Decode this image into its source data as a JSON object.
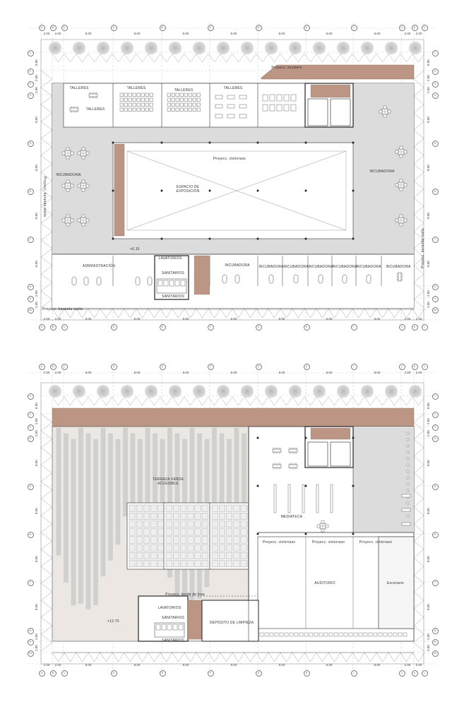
{
  "plans": [
    {
      "id": "upper",
      "rooms": {
        "talleres_1": "TALLERES",
        "talleres_2": "TALLERES",
        "talleres_3": "TALLERES",
        "talleres_4": "TALLERES",
        "talleres_5": "TALLERES",
        "incubadora_left": "INCUBADORA",
        "incubadora_right": "INCUBADORA",
        "expo_line1": "ESPACIO DE",
        "expo_line2": "EXPOSICIÓN",
        "proyec_cielorraso": "Proyecc. cielorraso",
        "administracion": "ADMINISTRACIÓN",
        "lavatorios": "LAVATORIOS",
        "sanitarios_a": "SANITARIOS",
        "sanitarios_b": "SANITARIOS",
        "incubadora_b1": "INCUBADORA",
        "incubadora_b2": "INCUBADORA",
        "incubadora_b3": "INCUBADORA",
        "incubadora_b4": "INCUBADORA",
        "incubadora_b5": "INCUBADORA",
        "incubadora_b6": "INCUBADORA",
        "incubadora_b7": "INCUBADORA",
        "proyec_baranda_top": "Proyecc. escalera",
        "proyec_baranda_bottom": "Proyecc. baranda malla",
        "proyec_left": "Proyecc. baranda malla",
        "proyec_right": "Proyecc. baranda malla",
        "level": "+6.15"
      }
    },
    {
      "id": "lower",
      "rooms": {
        "terraza_line1": "TERRAZA VERDE",
        "terraza_line2": "ACCESIBLE",
        "mediateca": "MEDIATECA",
        "proyec1": "Proyecc. cielorraso",
        "proyec2": "Proyecc. cielorraso",
        "proyec3": "Proyecc. cielorraso",
        "auditorio": "AUDITORIO",
        "escenario": "Escenario",
        "lavatorios": "LAVATORIOS",
        "sanitarios_a": "SANITARIOS",
        "sanitarios_b": "SANITARIOS",
        "deposito": "DEPÓSITO DE LIMPIEZA",
        "proyec_borde": "Proyecc. borde de losa",
        "level": "+12.70"
      }
    }
  ],
  "column_axes": [
    "A",
    "B",
    "C",
    "D",
    "E",
    "F",
    "G",
    "H",
    "I",
    "J",
    "K",
    "L"
  ],
  "row_axes": [
    "1",
    "2",
    "3",
    "4",
    "5",
    "6",
    "7",
    "8",
    "9",
    "10"
  ],
  "horizontal_dims": [
    "2.00",
    "2.00",
    "8.00",
    "8.00",
    "8.00",
    "8.00",
    "8.00",
    "8.00",
    "8.00",
    "2.00",
    "2.00"
  ],
  "vertical_dims": [
    "8.00",
    "2.00",
    "2.00",
    "8.00",
    "8.00",
    "8.00",
    "8.00",
    "2.00",
    "2.00"
  ],
  "colors": {
    "terracotta": "#c9a08d",
    "circulation": "#dcdcdc",
    "wall": "#222222",
    "tree": "#cfcfcf"
  }
}
